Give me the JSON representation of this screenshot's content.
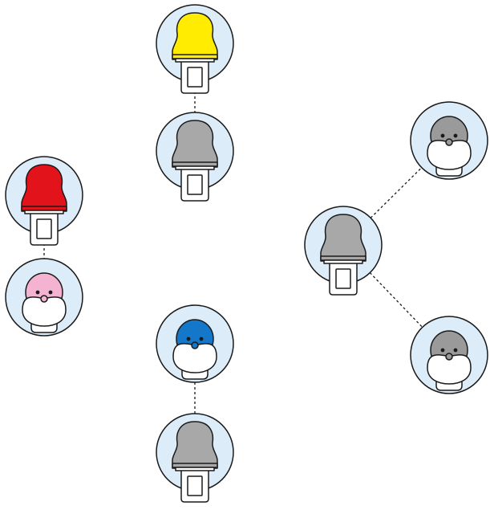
{
  "colors": {
    "background": "#ffffff",
    "bubble_fill": "#dcedf9",
    "outline": "#1a1a1a",
    "yellow": "#ffec00",
    "red": "#e3131b",
    "pink": "#f4b3d0",
    "blue": "#1477c9",
    "gray": "#a8a8a8",
    "gray_face": "#9a9a9a",
    "white": "#ffffff"
  },
  "figures": [
    {
      "id": "yellow-top",
      "style": "hat",
      "color": "yellow"
    },
    {
      "id": "gray-mid-left",
      "style": "hat",
      "color": "gray"
    },
    {
      "id": "red-left",
      "style": "hat",
      "color": "red"
    },
    {
      "id": "pink-left",
      "style": "face",
      "color": "pink"
    },
    {
      "id": "blue-mid",
      "style": "face",
      "color": "blue"
    },
    {
      "id": "gray-bottom",
      "style": "hat",
      "color": "gray"
    },
    {
      "id": "gray-hub",
      "style": "hat",
      "color": "gray"
    },
    {
      "id": "gray-face-top-right",
      "style": "face",
      "color": "gray_face"
    },
    {
      "id": "gray-face-bottom-right",
      "style": "face",
      "color": "gray_face"
    }
  ],
  "connections": [
    {
      "from": "yellow-top",
      "to": "gray-mid-left"
    },
    {
      "from": "red-left",
      "to": "pink-left"
    },
    {
      "from": "blue-mid",
      "to": "gray-bottom"
    },
    {
      "from": "gray-hub",
      "to": "gray-face-top-right"
    },
    {
      "from": "gray-hub",
      "to": "gray-face-bottom-right"
    }
  ]
}
